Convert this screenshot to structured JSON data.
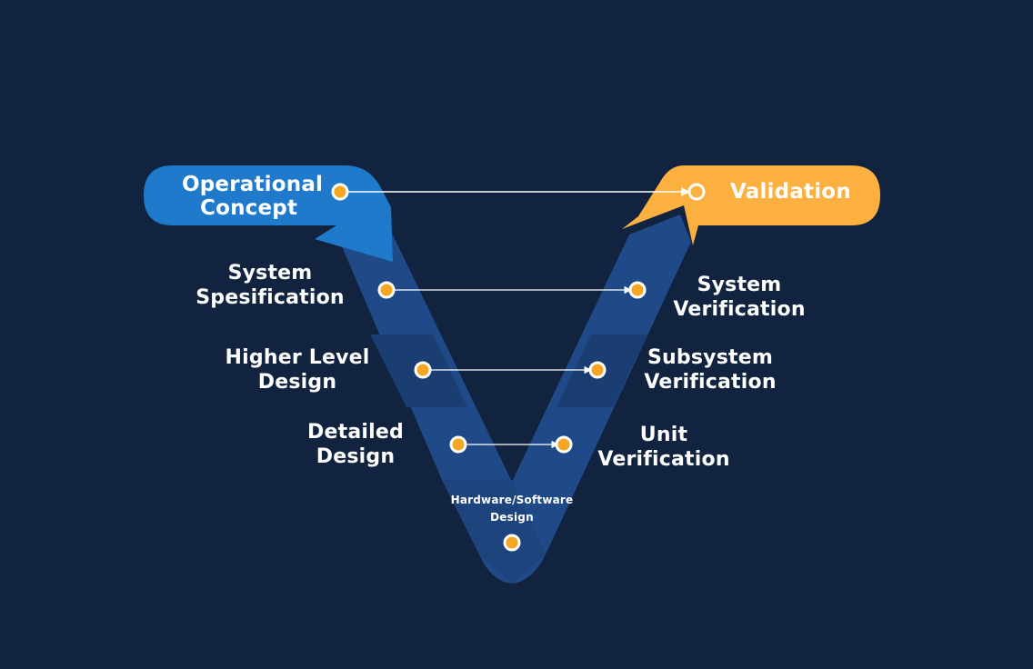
{
  "colors": {
    "background": "#11233f",
    "v_band_primary": "#1f4a87",
    "v_band_alt": "#1a3e72",
    "operational_blue": "#1f7acb",
    "validation_orange": "#fbb040",
    "dot_orange": "#f5a623",
    "connector": "#ffffff"
  },
  "left_phases": [
    {
      "id": "operational-concept",
      "lines": [
        "Operational",
        "Concept"
      ]
    },
    {
      "id": "system-specification",
      "lines": [
        "System",
        "Spesification"
      ]
    },
    {
      "id": "higher-level-design",
      "lines": [
        "Higher Level",
        "Design"
      ]
    },
    {
      "id": "detailed-design",
      "lines": [
        "Detailed",
        "Design"
      ]
    }
  ],
  "bottom_phase": {
    "id": "hardware-software-design",
    "lines": [
      "Hardware/Software",
      "Design"
    ]
  },
  "right_phases": [
    {
      "id": "validation",
      "lines": [
        "Validation"
      ]
    },
    {
      "id": "system-verification",
      "lines": [
        "System",
        "Verification"
      ]
    },
    {
      "id": "subsystem-verification",
      "lines": [
        "Subsystem",
        "Verification"
      ]
    },
    {
      "id": "unit-verification",
      "lines": [
        "Unit",
        "Verification"
      ]
    }
  ]
}
